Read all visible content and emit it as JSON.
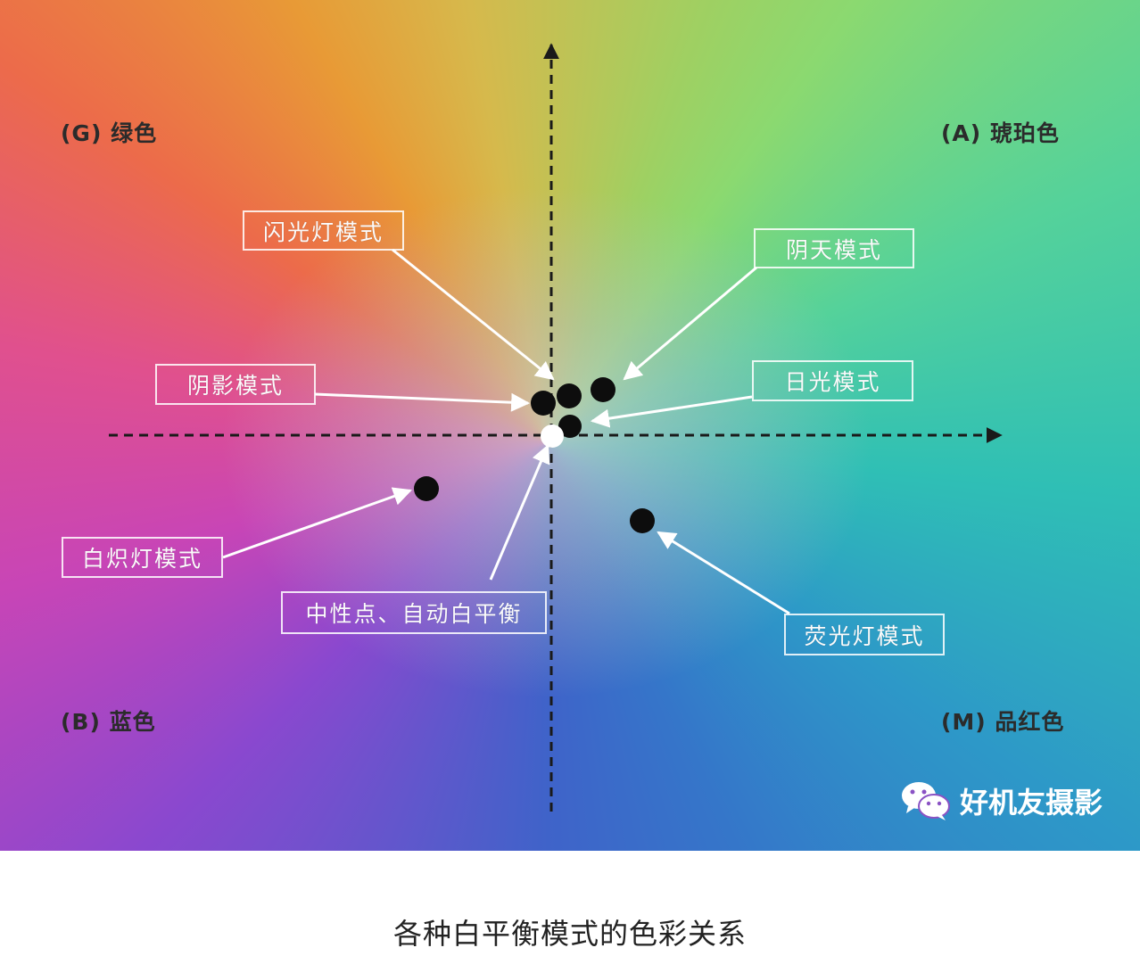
{
  "corners": {
    "top_left": "(G) 绿色",
    "top_right": "(A) 琥珀色",
    "bottom_left": "(B) 蓝色",
    "bottom_right": "(M) 品红色"
  },
  "labels": {
    "flash": "闪光灯模式",
    "cloudy": "阴天模式",
    "shade": "阴影模式",
    "daylight": "日光模式",
    "incandescent": "白炽灯模式",
    "neutral": "中性点、自动白平衡",
    "fluorescent": "荧光灯模式"
  },
  "watermark": {
    "icon": "wechat-icon",
    "text": "好机友摄影"
  },
  "caption": "各种白平衡模式的色彩关系"
}
